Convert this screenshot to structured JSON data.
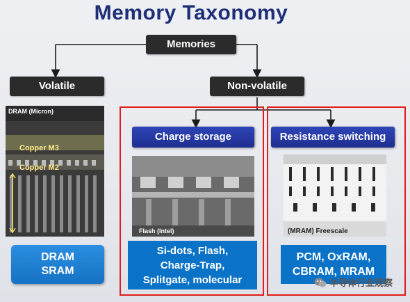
{
  "title": "Memory Taxonomy",
  "nodes": {
    "root": "Memories",
    "volatile": "Volatile",
    "nonvolatile": "Non-volatile",
    "charge": "Charge storage",
    "resistance": "Resistance switching"
  },
  "volatile_photo": {
    "caption": "DRAM (Micron)",
    "label_m3": "Copper M3",
    "label_m2": "Copper M2"
  },
  "charge_photo": {
    "caption": "Flash (Intel)"
  },
  "resistance_photo": {
    "caption": "(MRAM) Freescale"
  },
  "volatile_box": {
    "line1": "DRAM",
    "line2": "SRAM"
  },
  "charge_box": {
    "line1": "Si-dots, Flash,",
    "line2": "Charge-Trap,",
    "line3": "Splitgate, molecular"
  },
  "resistance_box": {
    "line1": "PCM, OxRAM,",
    "line2": "CBRAM, MRAM"
  },
  "watermark": "半导体行业观察",
  "colors": {
    "title": "#1e2f78",
    "node_dark": "#2b2b2b",
    "header_blue": "#1f2f90",
    "box_blue": "#0a72c7",
    "highlight_red": "#e21b1b"
  }
}
